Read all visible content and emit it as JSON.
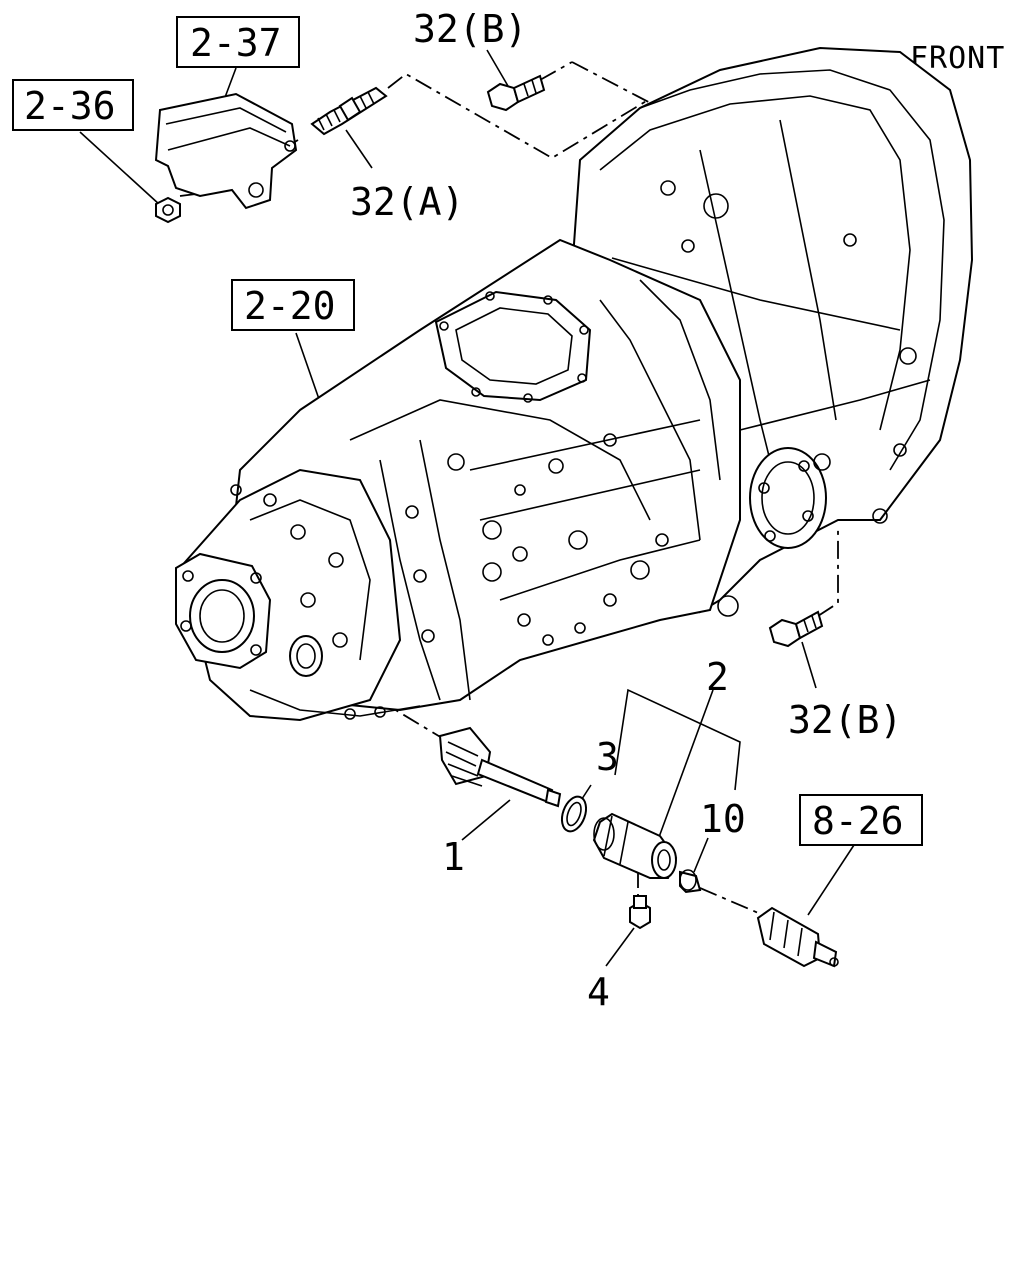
{
  "orientation": {
    "label": "FRONT",
    "icon": "front-arrow-icon"
  },
  "reference_boxes": {
    "ref_2_37": "2-37",
    "ref_2_36": "2-36",
    "ref_2_20": "2-20",
    "ref_8_26": "8-26"
  },
  "callouts": {
    "bolt_32b_top": "32(B)",
    "bolt_32a": "32(A)",
    "bolt_32b_right": "32(B)",
    "part_1": "1",
    "part_2": "2",
    "part_3": "3",
    "part_4": "4",
    "part_10": "10"
  }
}
